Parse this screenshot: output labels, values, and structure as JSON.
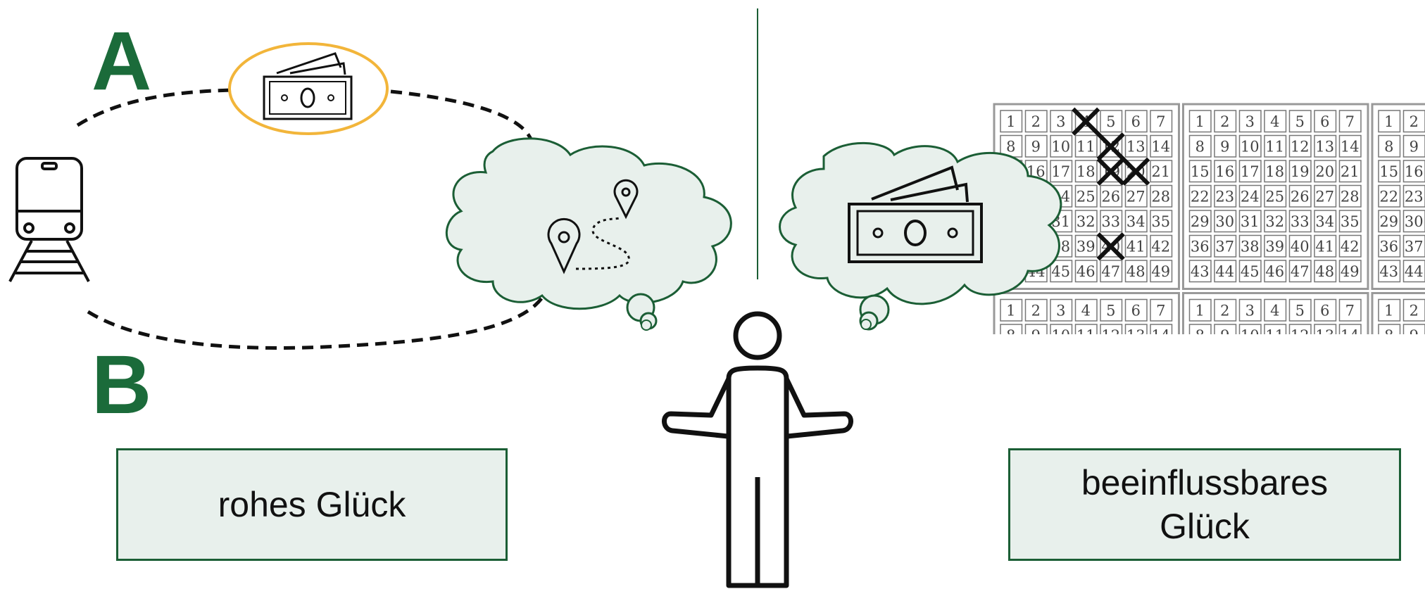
{
  "left": {
    "route_a_label": "A",
    "route_b_label": "B",
    "caption": "rohes Glück",
    "icons": [
      "train-icon",
      "money-icon",
      "thought-cloud-icon",
      "map-pin-icon",
      "route-icon"
    ]
  },
  "right": {
    "caption_line1": "beeinflussbares",
    "caption_line2": "Glück",
    "icons": [
      "thought-cloud-icon",
      "money-icon",
      "lottery-ticket-icon"
    ],
    "lottery_numbers": [
      [
        1,
        2,
        3,
        4,
        5,
        6,
        7
      ],
      [
        8,
        9,
        10,
        11,
        12,
        13,
        14
      ],
      [
        15,
        16,
        17,
        18,
        19,
        20,
        21
      ],
      [
        22,
        23,
        24,
        25,
        26,
        27,
        28
      ],
      [
        29,
        30,
        31,
        32,
        33,
        34,
        35
      ],
      [
        36,
        37,
        38,
        39,
        40,
        41,
        42
      ],
      [
        43,
        44,
        45,
        46,
        47,
        48,
        49
      ]
    ],
    "crossed_numbers": [
      4,
      12,
      19,
      20,
      40
    ]
  },
  "center": {
    "icons": [
      "person-shrug-icon"
    ]
  },
  "colors": {
    "green": "#1b5e35",
    "cloud_fill": "#e8f0ec",
    "highlight": "#f2b53a",
    "line": "#111111"
  }
}
